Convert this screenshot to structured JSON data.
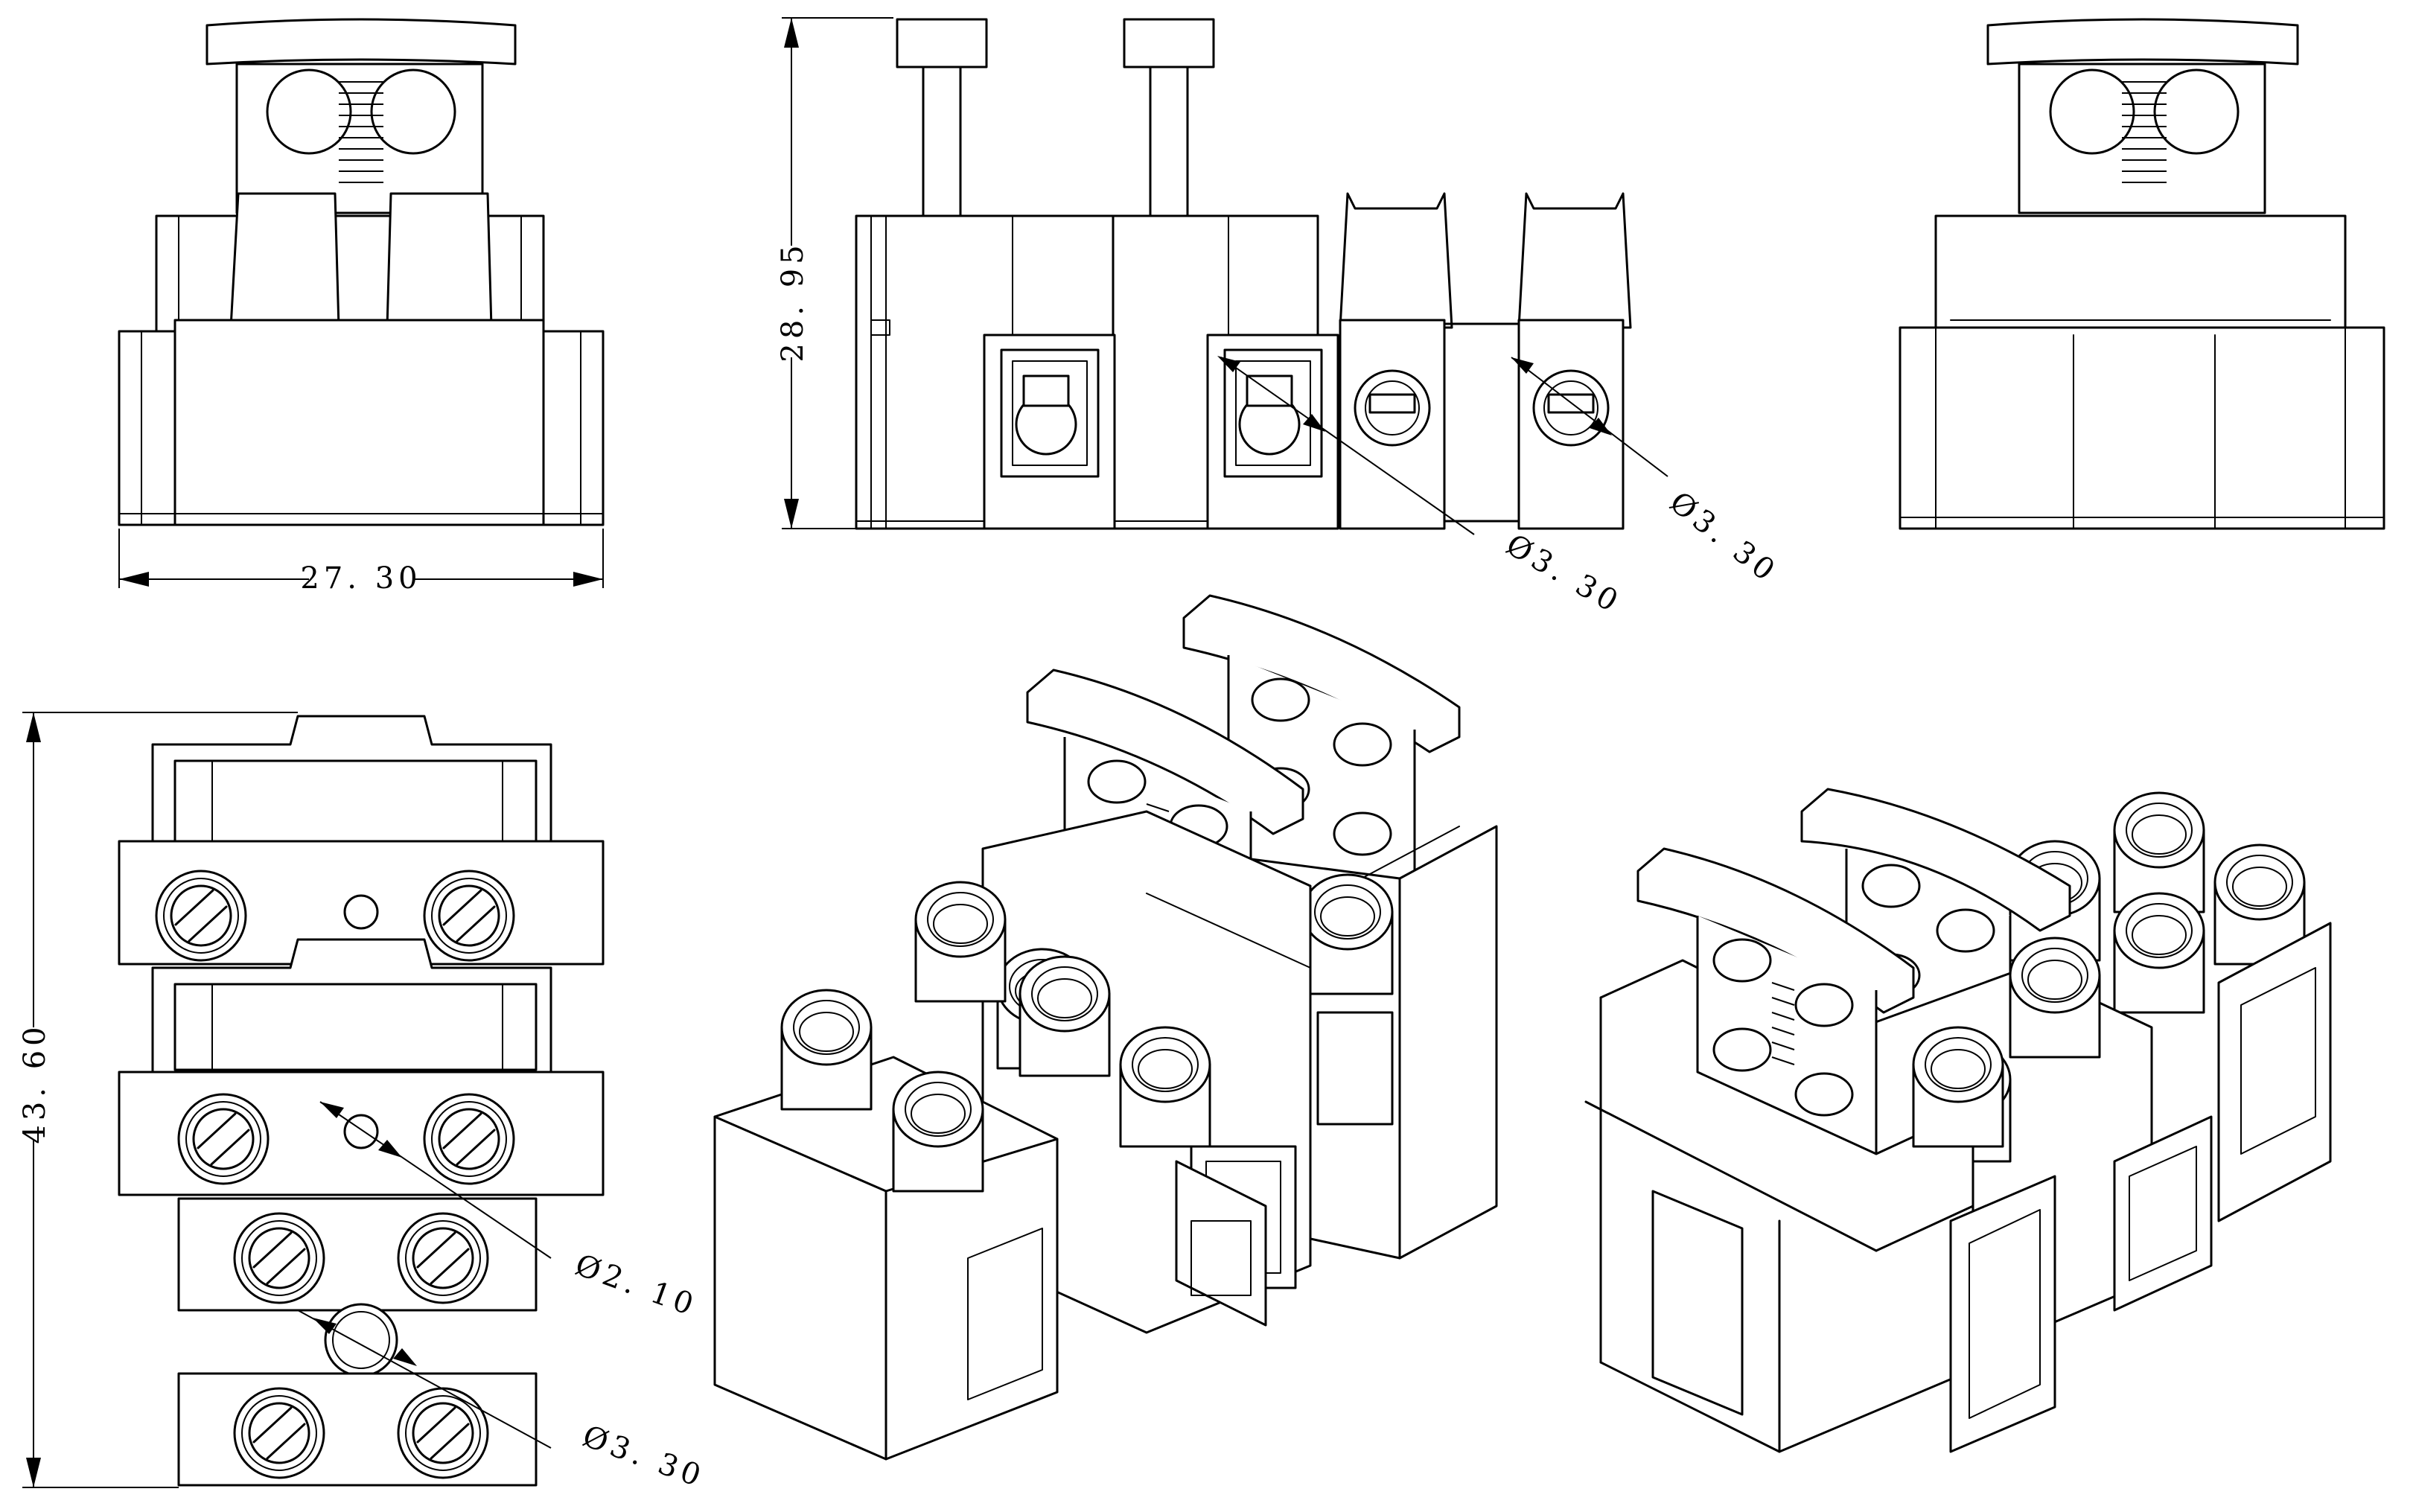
{
  "dimensions": {
    "width": "27. 30",
    "height": "28. 95",
    "depth": "43. 60",
    "hole_side_a": "Ø3. 30",
    "hole_side_b": "Ø3. 30",
    "hole_top_small": "Ø2. 10",
    "hole_top_large": "Ø3. 30"
  }
}
